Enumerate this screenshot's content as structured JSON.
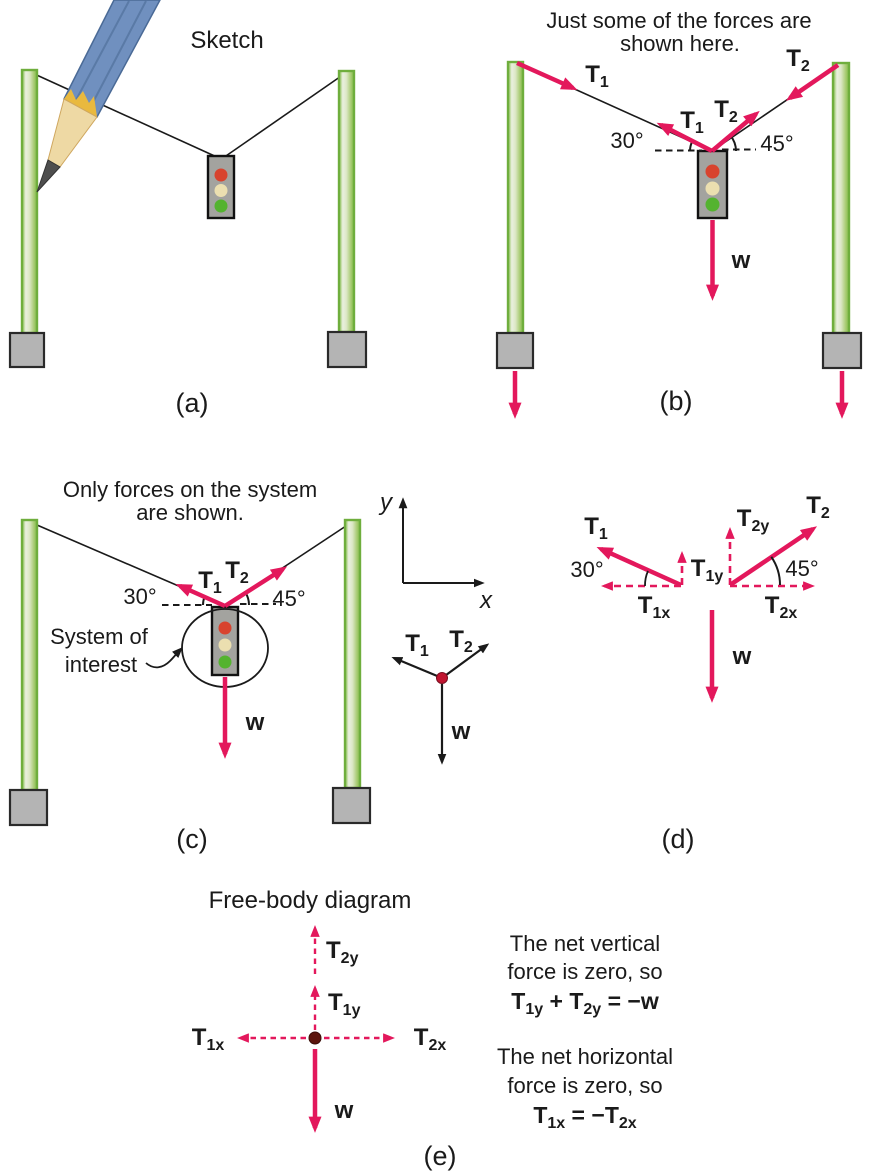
{
  "colors": {
    "arrow_pink": "#e3185c",
    "ink": "#1a1a1a",
    "pole_green": "#7cb342",
    "base_gray": "#b4b4b4",
    "traffic_body_gray": "#a3a39f",
    "signal_red": "#d8432e",
    "signal_amber": "#ebdfb0",
    "signal_green": "#54b32f",
    "pencil_blue": "#7090bf",
    "pencil_wood": "#eed9a4",
    "fbd_point_crimson": "#c01530",
    "fbd_point_maroon": "#5c150d"
  },
  "sym": {
    "T": "T",
    "sub1": "1",
    "sub2": "2",
    "sub1x": "1x",
    "sub1y": "1y",
    "sub2x": "2x",
    "sub2y": "2y",
    "w": "w",
    "deg30": "30°",
    "deg45": "45°",
    "axis_x": "x",
    "axis_y": "y"
  },
  "panel_a": {
    "label": "(a)",
    "title": "Sketch"
  },
  "panel_b": {
    "label": "(b)",
    "title_line1": "Just some of the forces are",
    "title_line2": "shown here."
  },
  "panel_c": {
    "label": "(c)",
    "title_line1": "Only forces on the system",
    "title_line2": "are shown.",
    "system_line1": "System of",
    "system_line2": "interest"
  },
  "panel_d": {
    "label": "(d)"
  },
  "panel_e": {
    "label": "(e)",
    "title": "Free-body diagram",
    "vertical_note_line1": "The net vertical",
    "vertical_note_line2": "force is zero, so",
    "horizontal_note_line1": "The net horizontal",
    "horizontal_note_line2": "force is zero, so",
    "plus": " + ",
    "equals_neg": " = −"
  }
}
